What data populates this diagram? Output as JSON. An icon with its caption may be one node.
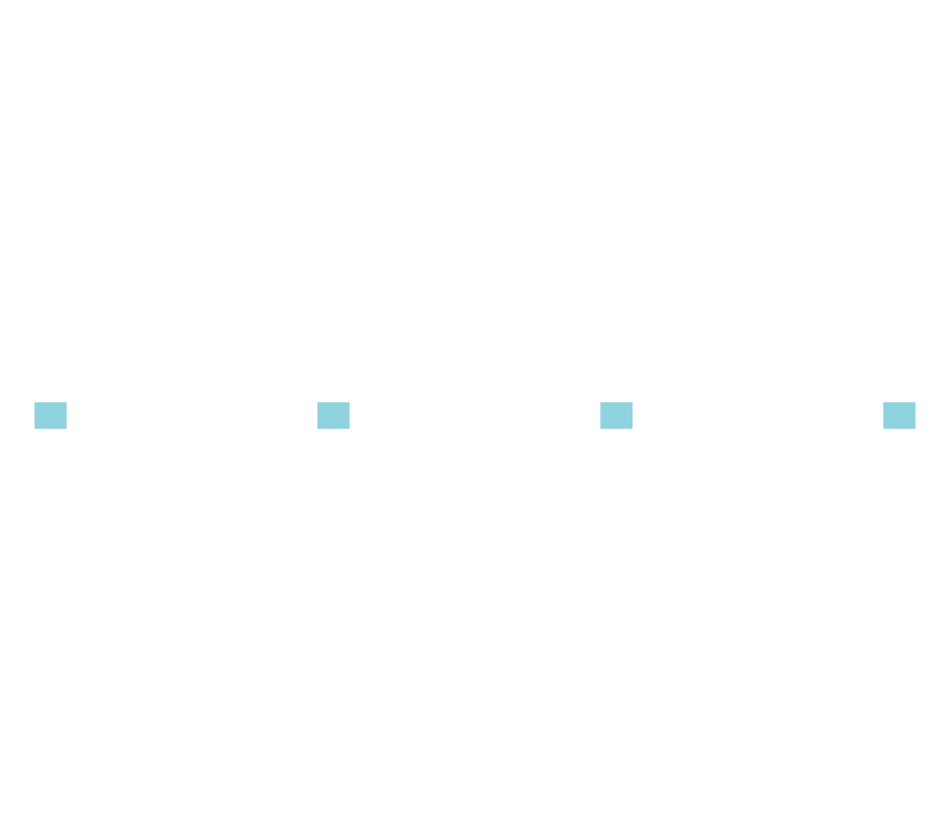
{
  "diagram": {
    "nodes": [
      {
        "text": [],
        "shape": "box"
      },
      {
        "text": [],
        "shape": "box"
      },
      {
        "text": [],
        "shape": "box"
      },
      {
        "text": [],
        "shape": "box"
      }
    ]
  }
}
